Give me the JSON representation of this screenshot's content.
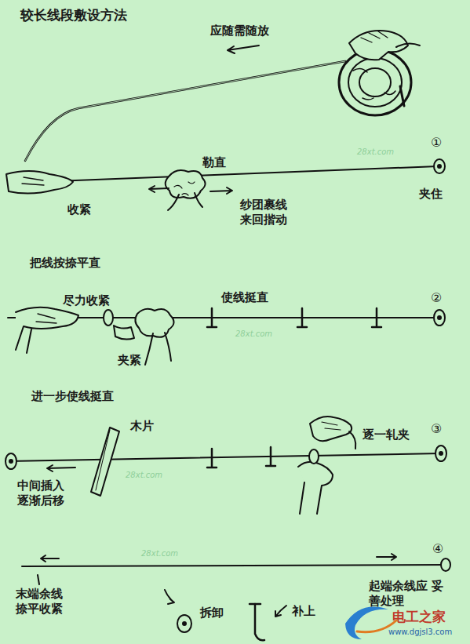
{
  "diagram": {
    "title": "较长线段敷设方法",
    "labels": [
      "应随需随放",
      "①",
      "勒直",
      "夹住",
      "收紧",
      "纱团裹线 来回揩动",
      "把线按捺平直",
      "尽力收紧",
      "使线挺直",
      "②",
      "夹紧",
      "进一步使线挺直",
      "木片",
      "逐一轧夹",
      "③",
      "中间插入 逐渐后移",
      "末端余线 捺平收紧",
      "拆卸",
      "补上",
      "起端余线应 妥善处理",
      "④",
      "电工之家",
      "www.dgjsl3.com",
      "28xt.com",
      "28xt.com",
      "28xt.com",
      "28xt.com"
    ]
  }
}
